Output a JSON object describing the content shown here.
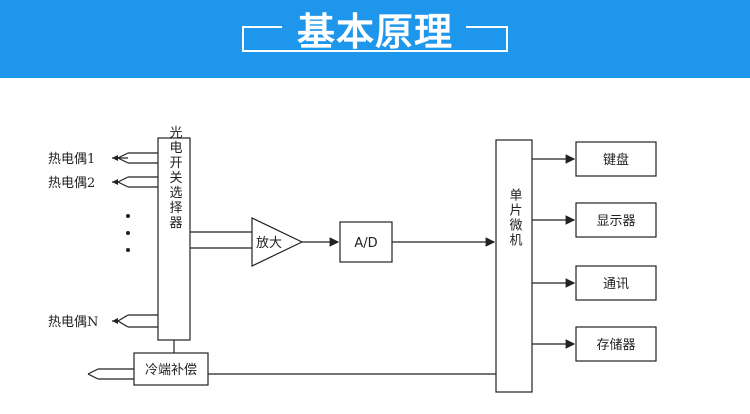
{
  "header": {
    "title": "基本原理"
  },
  "diagram": {
    "thermocouples": [
      "热电偶1",
      "热电偶2",
      "热电偶N"
    ],
    "switch_label": "光电开关选择器",
    "amp_label": "放大",
    "adc_label": "A/D",
    "mcu_label": "单片微机",
    "cold_comp_label": "冷端补偿",
    "outputs": [
      "键盘",
      "显示器",
      "通讯",
      "存储器"
    ]
  },
  "colors": {
    "banner": "#1e96ec",
    "line": "#222222"
  }
}
